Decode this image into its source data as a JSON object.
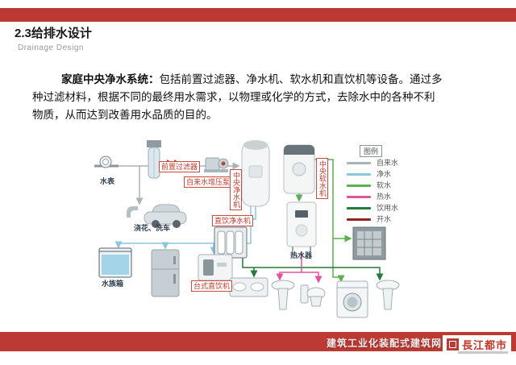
{
  "page": {
    "accent_color": "#bd3a34"
  },
  "header": {
    "title": "2.3给排水设计",
    "subtitle": "Drainage Design"
  },
  "body": {
    "lead": "家庭中央净水系统：",
    "line1": "包括前置过滤器、净水机、软水机和直饮机等设备。通过多",
    "line2": "种过滤材料，根据不同的最终用水需求，以物理或化学的方式，去除水中的各种不利",
    "line3": "物质，从而达到改善用水品质的目的。"
  },
  "diagram": {
    "labels": {
      "water_meter": "水表",
      "pre_filter": "前置过滤器",
      "booster_pump": "自来水增压泵",
      "central_purifier": "中央净水机",
      "central_softener": "中央软水机",
      "washing_car": "浇花、洗车",
      "direct_purifier": "直饮净水机",
      "water_heater": "热水器",
      "aquarium": "水族箱",
      "desktop_purifier": "台式直饮机"
    },
    "legend": {
      "title": "图例",
      "items": [
        {
          "label": "自来水",
          "color": "#a8b4b8"
        },
        {
          "label": "净水",
          "color": "#8ac6dd"
        },
        {
          "label": "软水",
          "color": "#5cb14e"
        },
        {
          "label": "热水",
          "color": "#e0559c"
        },
        {
          "label": "饮用水",
          "color": "#237a3c"
        },
        {
          "label": "开水",
          "color": "#8f2420"
        }
      ]
    },
    "line_colors": {
      "tap": "#a8b4b8",
      "pure": "#8ac6dd",
      "soft": "#5cb14e",
      "hot": "#e0559c",
      "drinking": "#237a3c",
      "boiled": "#8f2420"
    }
  },
  "footer": {
    "watermark": "建筑工业化装配式建筑网",
    "logo_text": "長江都市"
  }
}
